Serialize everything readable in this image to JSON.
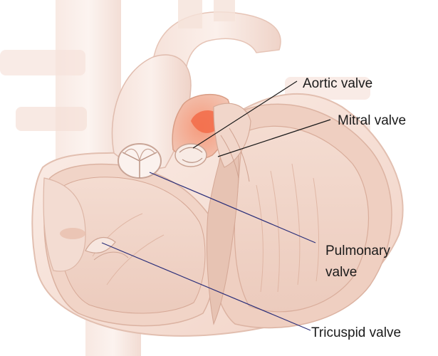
{
  "diagram": {
    "labels": {
      "aortic": "Aortic valve",
      "mitral": "Mitral valve",
      "pulmonary_line1": "Pulmonary",
      "pulmonary_line2": "valve",
      "tricuspid": "Tricuspid valve"
    },
    "colors": {
      "tissue_light": "#f7e4dc",
      "tissue_mid": "#efcdbf",
      "tissue_dark": "#dba995",
      "chamber": "#f3d8cc",
      "valve_highlight": "#f08a6a",
      "leader_dark": "#1a1a1a",
      "leader_navy": "#2b2f7a"
    }
  }
}
